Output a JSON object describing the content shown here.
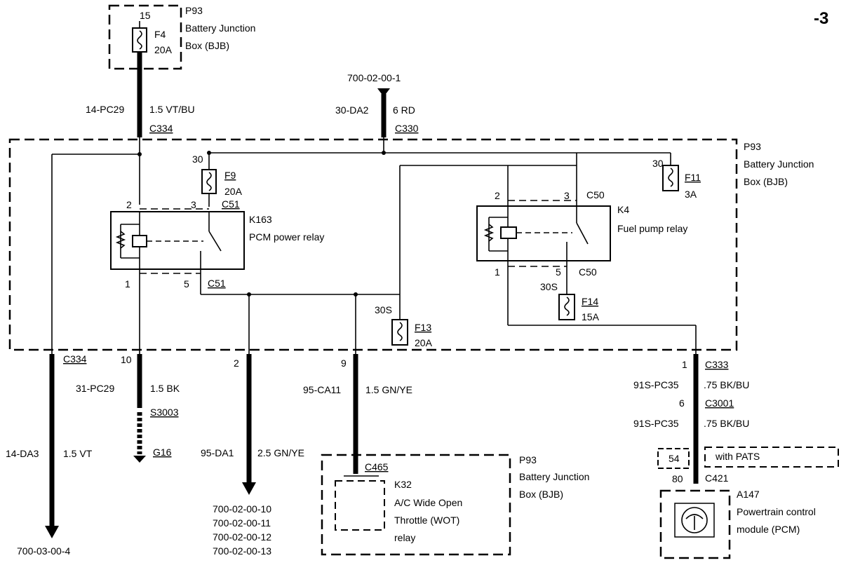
{
  "page_marker": "-3",
  "bjb": {
    "ref": "P93",
    "name1": "Battery Junction",
    "name2": "Box (BJB)"
  },
  "f4": {
    "pin": "15",
    "name": "F4",
    "rating": "20A"
  },
  "wire_pc29": {
    "circuit": "14-PC29",
    "spec": "1.5 VT/BU",
    "connector": "C334"
  },
  "wire_da2": {
    "ref": "700-02-00-1",
    "circuit": "30-DA2",
    "spec": "6 RD",
    "connector": "C330"
  },
  "f9": {
    "pin": "30",
    "name": "F9",
    "rating": "20A"
  },
  "f11": {
    "pin": "30",
    "name": "F11",
    "rating": "3A"
  },
  "f13": {
    "pin": "30S",
    "name": "F13",
    "rating": "20A"
  },
  "f14": {
    "pin": "30S",
    "name": "F14",
    "rating": "15A"
  },
  "k163": {
    "ref": "K163",
    "name": "PCM power relay",
    "pin2": "2",
    "pin3": "3",
    "conn_top": "C51",
    "pin1": "1",
    "pin5": "5",
    "conn_bot": "C51"
  },
  "k4": {
    "ref": "K4",
    "name": "Fuel pump relay",
    "pin2": "2",
    "pin3": "3",
    "conn_top": "C50",
    "pin1": "1",
    "pin5": "5",
    "conn_bot": "C50"
  },
  "out_c334": {
    "connector": "C334",
    "circuit": "14-DA3",
    "spec": "1.5 VT",
    "ref": "700-03-00-4"
  },
  "out_pin10": {
    "pin": "10",
    "circuit": "31-PC29",
    "spec": "1.5 BK",
    "splice": "S3003",
    "ground": "G16"
  },
  "out_pin2": {
    "pin": "2",
    "circuit": "95-DA1",
    "spec": "2.5 GN/YE",
    "refs": [
      "700-02-00-10",
      "700-02-00-11",
      "700-02-00-12",
      "700-02-00-13"
    ]
  },
  "out_pin9": {
    "pin": "9",
    "circuit": "95-CA11",
    "spec": "1.5 GN/YE",
    "connector": "C465"
  },
  "k32": {
    "ref": "K32",
    "name1": "A/C Wide Open",
    "name2": "Throttle (WOT)",
    "name3": "relay"
  },
  "bjb2": {
    "ref": "P93",
    "name1": "Battery Junction",
    "name2": "Box (BJB)"
  },
  "out_pin1": {
    "pin": "1",
    "connector": "C333",
    "circuit": "91S-PC35",
    "spec": ".75 BK/BU",
    "pin6": "6",
    "connector2": "C3001",
    "circuit2": "91S-PC35",
    "spec2": ".75 BK/BU"
  },
  "pats": {
    "pin": "54",
    "label": "with PATS",
    "pin80": "80",
    "connector": "C421"
  },
  "a147": {
    "ref": "A147",
    "name1": "Powertrain control",
    "name2": "module (PCM)"
  }
}
